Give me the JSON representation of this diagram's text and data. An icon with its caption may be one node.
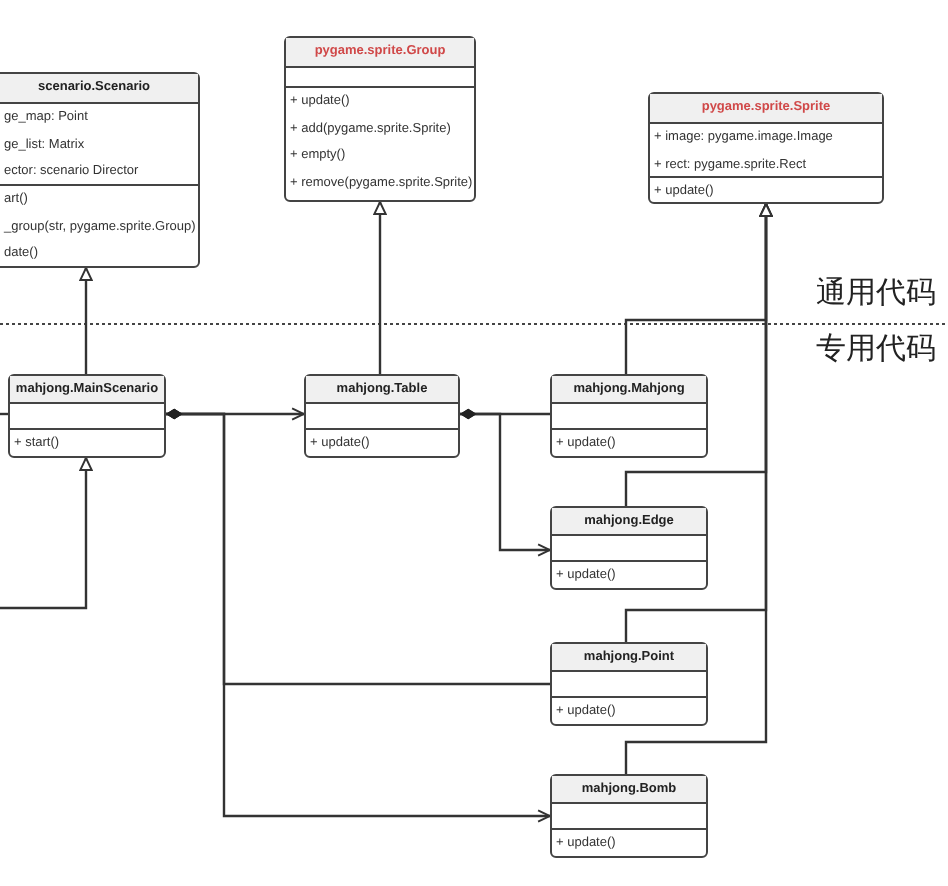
{
  "diagram": {
    "nodes": [
      {
        "text": [
          "scenario.Scenario",
          "ge_map: Point",
          "ge_list: Matrix",
          "ector: scenario Director",
          "art()",
          "_group(str, pygame.sprite.Group)",
          "date()"
        ]
      },
      {
        "text": [
          "pygame.sprite.Group",
          "+ update()",
          "+ add(pygame.sprite.Sprite)",
          "+ empty()",
          "+ remove(pygame.sprite.Sprite)"
        ]
      },
      {
        "text": [
          "pygame.sprite.Sprite",
          "+ image: pygame.image.Image",
          "+ rect: pygame.sprite.Rect",
          "+ update()"
        ]
      },
      {
        "text": [
          "mahjong.MainScenario",
          "+ start()"
        ]
      },
      {
        "text": [
          "mahjong.Table",
          "+ update()"
        ]
      },
      {
        "text": [
          "mahjong.Mahjong",
          "+ update()"
        ]
      },
      {
        "text": [
          "mahjong.Edge",
          "+ update()"
        ]
      },
      {
        "text": [
          "mahjong.Point",
          "+ update()"
        ]
      },
      {
        "text": [
          "mahjong.Bomb",
          "+ update()"
        ]
      }
    ],
    "edges": [
      {
        "from": 3,
        "to": 0,
        "arrow": "to"
      },
      {
        "from": 4,
        "to": 1,
        "arrow": "to"
      },
      {
        "from": 5,
        "to": 2,
        "arrow": "to"
      },
      {
        "from": 6,
        "to": 2,
        "arrow": "to"
      },
      {
        "from": 7,
        "to": 2,
        "arrow": "to"
      },
      {
        "from": 8,
        "to": 2,
        "arrow": "to"
      },
      {
        "from": 3,
        "to": 4,
        "arrow": "to"
      },
      {
        "from": 4,
        "to": 5,
        "arrow": "other"
      },
      {
        "from": 4,
        "to": 6,
        "arrow": "to"
      },
      {
        "from": 3,
        "to": 7,
        "arrow": "other"
      },
      {
        "from": 3,
        "to": 8,
        "arrow": "to"
      },
      {
        "from": null,
        "to": 3,
        "arrow": "none"
      },
      {
        "from": null,
        "to": 3,
        "arrow": "to"
      }
    ],
    "labels": [
      "通用代码",
      "专用代码"
    ]
  }
}
